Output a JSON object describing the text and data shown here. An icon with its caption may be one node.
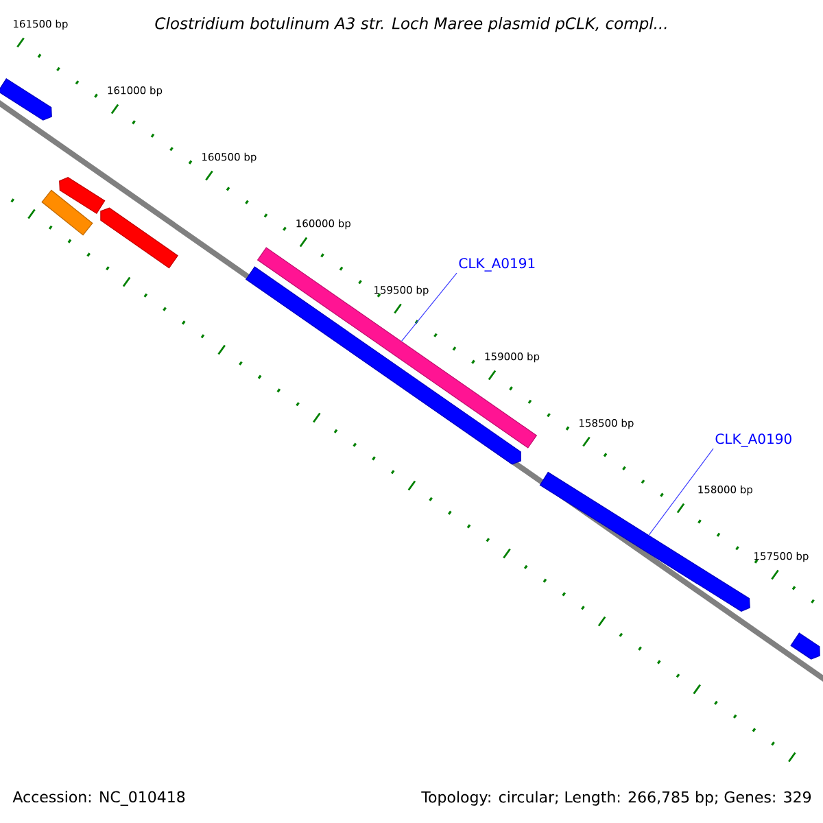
{
  "diagram": {
    "title": "*Clostridium botulinum A3 str. Loch Maree plasmid pCLK, compl...*",
    "nodes": [
      {
        "text": [],
        "shape": "arrow"
      },
      {
        "text": [],
        "shape": "arrow"
      },
      {
        "text": [],
        "shape": "bar"
      },
      {
        "text": [],
        "shape": "arrow"
      },
      {
        "text": [],
        "shape": "bar"
      },
      {
        "text": [
          "CLK_A0191"
        ]
      },
      {
        "text": [],
        "shape": "arrow"
      },
      {
        "text": [
          "CLK_A0190"
        ]
      },
      {
        "text": [],
        "shape": "arrow"
      },
      {
        "text": [],
        "shape": "arrow"
      }
    ],
    "edges": [
      {
        "from": 5,
        "to": 4,
        "arrow": "none"
      },
      {
        "from": 7,
        "to": 8,
        "arrow": "none"
      }
    ],
    "labels": [
      "161500 bp",
      "161000 bp",
      "160500 bp",
      "160000 bp",
      "159500 bp",
      "159000 bp",
      "158500 bp",
      "158000 bp",
      "157500 bp",
      "Accession: NC_010418",
      "Topology: circular; Length: 266,785 bp; Genes: 329"
    ]
  }
}
